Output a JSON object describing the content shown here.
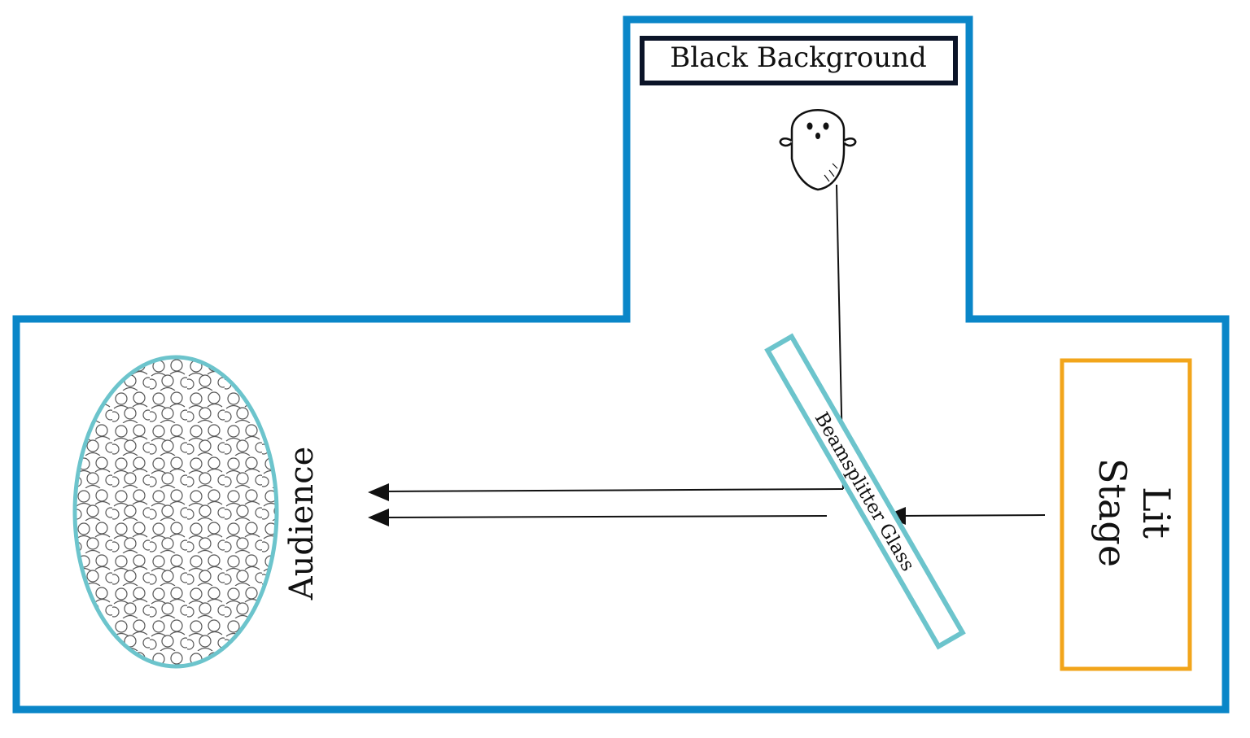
{
  "labels": {
    "black_background": "Black Background",
    "audience": "Audience",
    "beamsplitter": "Beamsplitter Glass",
    "lit": "Lit",
    "stage": "Stage"
  },
  "colors": {
    "room_outline": "#0a86c8",
    "glass": "#6cc4cc",
    "audience_outline": "#6cc4cc",
    "lit_stage": "#f2a51b",
    "black_box": "#0b1428",
    "arrow": "#111111"
  },
  "icons": {
    "ghost": "ghost-icon",
    "crowd": "crowd-icon",
    "arrowhead": "arrowhead-left-icon"
  }
}
